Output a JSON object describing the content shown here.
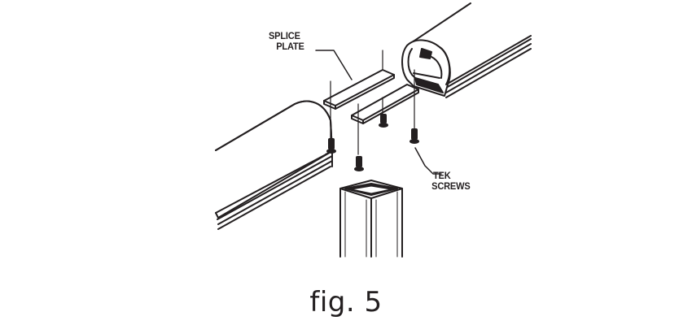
{
  "diagram": {
    "labels": {
      "splice_plate": [
        "SPLICE",
        "PLATE"
      ],
      "tek_screws": [
        "TEK",
        "SCREWS"
      ]
    },
    "caption": "fig. 5",
    "colors": {
      "line": "#231f20",
      "background": "#ffffff"
    }
  }
}
